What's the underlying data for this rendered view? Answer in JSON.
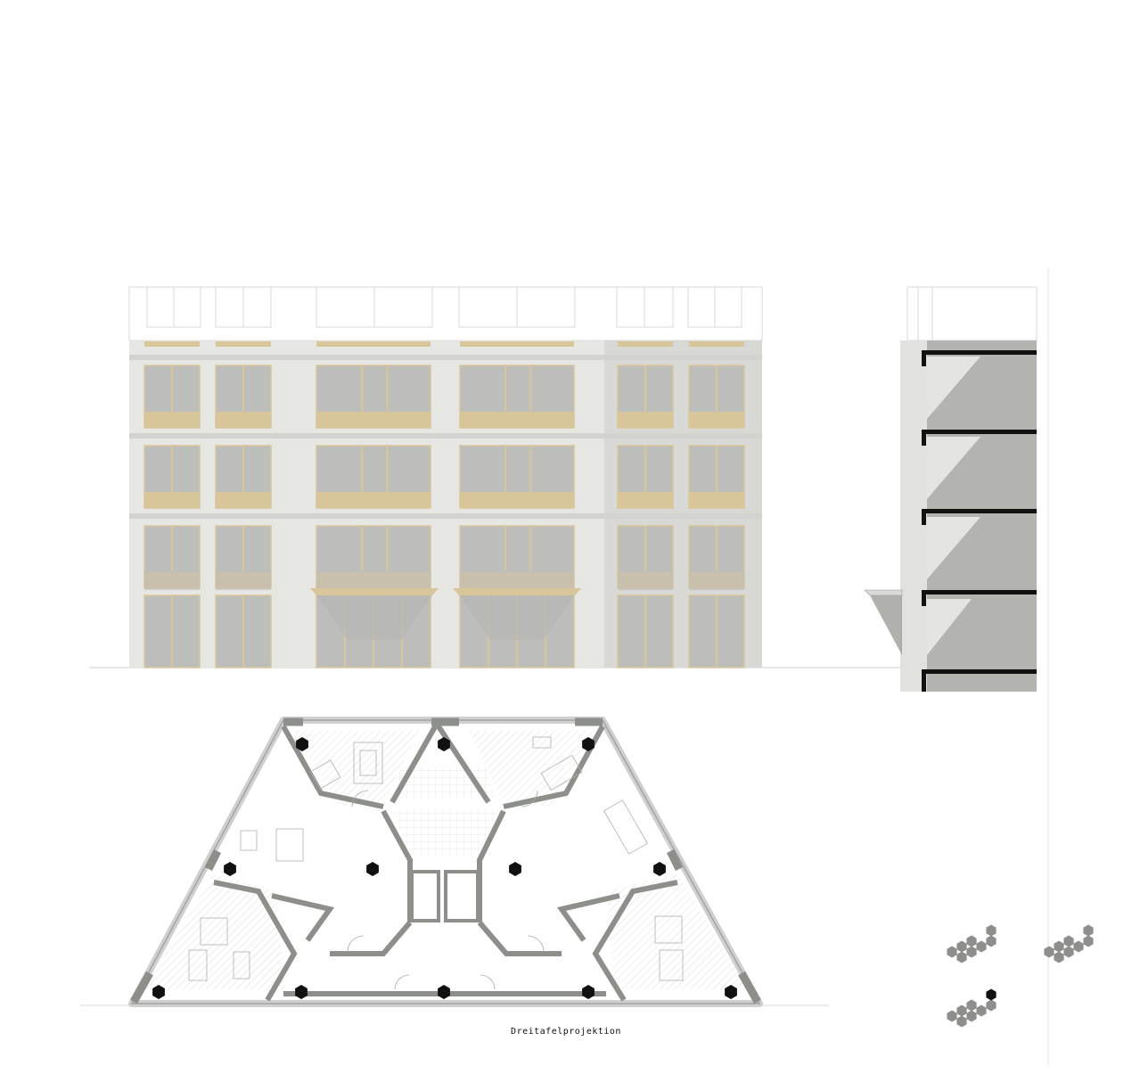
{
  "drawing": {
    "caption": "Dreitafelprojektion",
    "views": [
      "front-elevation",
      "side-elevation",
      "floor-plan",
      "site-keyplan"
    ],
    "colors": {
      "facade": "#e6e7e3",
      "facade_shadow": "#d4d5d1",
      "glass": "#bdbdbb",
      "frame": "#d9c59a",
      "wall": "#8d8f8b",
      "column": "#111111",
      "side_face": "#aeaeab"
    },
    "elevation": {
      "bays": 6,
      "floors": 4
    },
    "plan": {
      "columns": 12,
      "cores": 1
    }
  }
}
